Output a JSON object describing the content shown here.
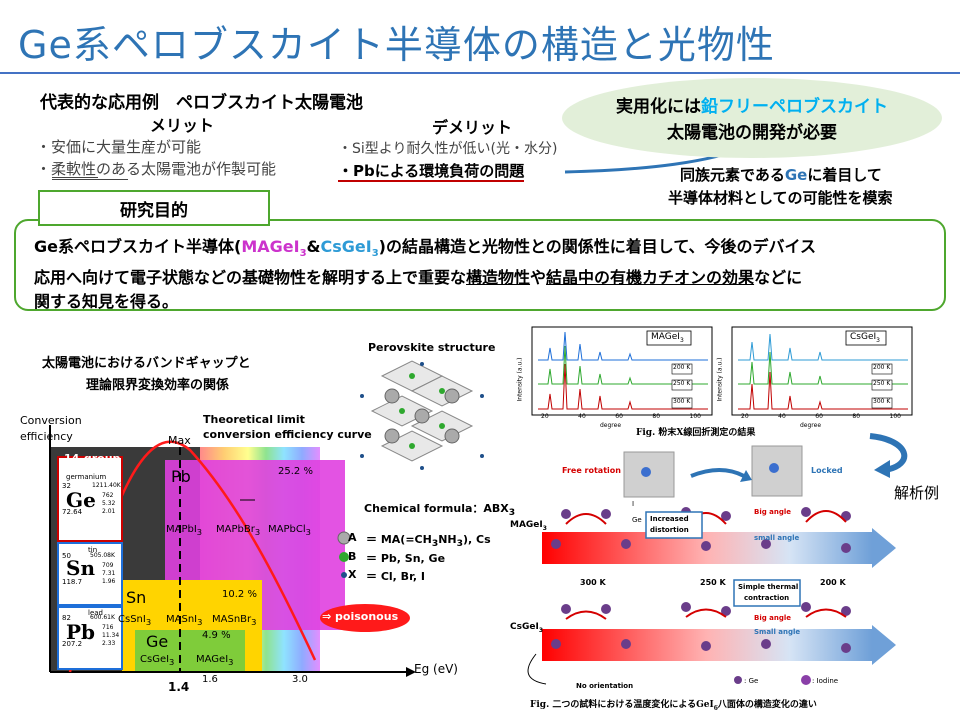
{
  "title": "Ge系ペロブスカイト半導体の構造と光物性",
  "application": {
    "heading": "代表的な応用例　ペロブスカイト太陽電池",
    "merit_head": "メリット",
    "merit_1": "・安価に大量生産が可能",
    "merit_2": "・柔軟性のある太陽電池が作製可能",
    "demerit_head": "デメリット",
    "demerit_1": "・Si型より耐久性が低い(光・水分)",
    "demerit_2": "・Pbによる環境負荷の問題"
  },
  "goal": {
    "line1_pre": "実用化には",
    "line1_highlight": "鉛フリーペロブスカイト",
    "line2": "太陽電池の開発が必要",
    "note_line1_pre": "同族元素である",
    "note_line1_ge": "Ge",
    "note_line1_post": "に着目して",
    "note_line2": "半導体材料としての可能性を模索"
  },
  "purpose": {
    "tag": "研究目的",
    "t1": "Ge系ペロブスカイト半導体(",
    "t2": "MAGeI",
    "t3": "3",
    "t4": "&",
    "t5": "CsGeI",
    "t6": "3",
    "t7": ")の結晶構造と光物性との関係性に着目して、今後のデバイス",
    "t8": "応用へ向けて電子状態などの基礎物性を解明する上で重要な",
    "t9": "構造物性",
    "t10": "や",
    "t11": "結晶中の有機カチオンの効果",
    "t12": "などに",
    "t13": "関する知見を得る。"
  },
  "bandgap": {
    "title1": "太陽電池におけるバンドギャップと",
    "title2": "理論限界変換効率の関係",
    "ylabel1": "Conversion",
    "ylabel2": "efficiency",
    "max_label": "Max",
    "theory1": "Theoretical limit",
    "theory2": "conversion efficiency curve",
    "group": "14-group",
    "ge_name": "germanium",
    "ge_sym": "Ge",
    "ge_num": "32",
    "ge_mass": "72.64",
    "ge_data": "1211.40K",
    "ge_v1": "762",
    "ge_v2": "5.32",
    "ge_v3": "2.01",
    "sn_name": "tin",
    "sn_sym": "Sn",
    "sn_num": "50",
    "sn_mass": "118.7",
    "sn_data": "505.08K",
    "sn_v1": "709",
    "sn_v2": "7.31",
    "sn_v3": "1.96",
    "pb_name": "lead",
    "pb_sym": "Pb",
    "pb_num": "82",
    "pb_mass": "207.2",
    "pb_data": "600.61K",
    "pb_v1": "716",
    "pb_v2": "11.34",
    "pb_v3": "2.33",
    "pb_label": "Pb",
    "sn_label": "Sn",
    "ge_label": "Ge",
    "mapbi": "MAPbI",
    "mapbbr": "MAPbBr",
    "mapbcl": "MAPbCl",
    "pct252": "25.2 %",
    "cssni": "CsSnI",
    "masni": "MASnI",
    "masnbr": "MASnBr",
    "pct102": "10.2 %",
    "pct49": "4.9 %",
    "csgei": "CsGeI",
    "magei": "MAGeI",
    "sub3": "3",
    "poisonous": "⇒ poisonous",
    "x14": "1.4",
    "x16": "1.6",
    "x30": "3.0",
    "xlabel": "Eg (eV)"
  },
  "perovskite": {
    "title": "Perovskite structure",
    "formula": "Chemical formula：ABX",
    "formula_sub": "3",
    "la": "A",
    "lb": "B",
    "lx": "X",
    "da": "＝ MA(=CH",
    "da_sub": "3",
    "da2": "NH",
    "da_sub2": "3",
    "da3": "), Cs",
    "db": "＝ Pb, Sn, Ge",
    "dx": "＝ Cl, Br, I"
  },
  "xrd": {
    "ma_tag": "MAGeI",
    "cs_tag": "CsGeI",
    "sub3": "3",
    "t200": "200 K",
    "t250": "250 K",
    "t300": "300 K",
    "ylabel": "Intensity (a.u.)",
    "xlabel": "degree",
    "ticks": [
      "20",
      "40",
      "60",
      "80",
      "100"
    ],
    "caption": "Fig. 粉末X線回折測定の結果"
  },
  "analysis": {
    "label": "解析例",
    "free_rotation": "Free rotation",
    "locked": "Locked",
    "ma": "MA",
    "gei3": "GeI",
    "cs": "Cs",
    "sub3": "3",
    "i_label": "I",
    "ge_label": "Ge",
    "increased1": "Increased",
    "increased2": "distortion",
    "big_angle": "Big angle",
    "small_angle": "small angle",
    "small_angle2": "Small angle",
    "k300": "300 K",
    "k250": "250 K",
    "k200": "200 K",
    "simple1": "Simple thermal",
    "simple2": "contraction",
    "no_orientation": "No orientation",
    "leg_ge": ": Ge",
    "leg_iodine": ": Iodine",
    "caption": "Fig. 二つの試料における温度変化によるGeI",
    "caption_sub": "6",
    "caption_end": "八面体の構造変化の違い"
  }
}
